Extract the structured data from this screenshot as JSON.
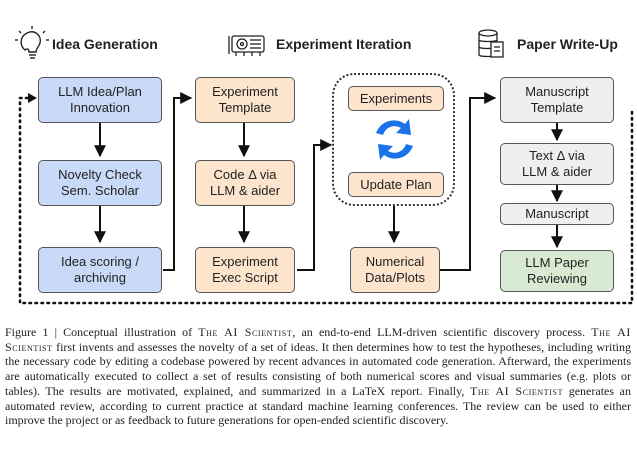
{
  "sections": {
    "idea": "Idea Generation",
    "experiment": "Experiment Iteration",
    "paper": "Paper Write-Up"
  },
  "nodes": {
    "llm_idea": "LLM Idea/Plan\nInnovation",
    "novelty": "Novelty Check\nSem. Scholar",
    "scoring": "Idea scoring /\narchiving",
    "exp_template": "Experiment\nTemplate",
    "code_delta": "Code Δ via\nLLM & aider",
    "exec_script": "Experiment\nExec Script",
    "experiments": "Experiments",
    "update_plan": "Update Plan",
    "numerical": "Numerical\nData/Plots",
    "manuscript_template": "Manuscript\nTemplate",
    "text_delta": "Text Δ via\nLLM & aider",
    "manuscript": "Manuscript",
    "reviewing": "LLM Paper\nReviewing"
  },
  "colors": {
    "idea_box": "#c9daf8",
    "experiment_box": "#fce4cd",
    "paper_box": "#efefef",
    "review_box": "#d9ead3"
  },
  "icons": [
    "lightbulb-icon",
    "gpu-card-icon",
    "database-document-icon",
    "refresh-cycle-icon"
  ],
  "caption": {
    "label": "Figure 1 | Conceptual illustration of ",
    "name": "The AI Scientist",
    "part1": ", an end-to-end LLM-driven scientific discovery process. ",
    "part2": " first invents and assesses the novelty of a set of ideas. It then determines how to test the hypotheses, including writing the necessary code by editing a codebase powered by recent advances in automated code generation. Afterward, the experiments are automatically executed to collect a set of results consisting of both numerical scores and visual summaries (e.g. plots or tables). The results are motivated, explained, and summarized in a LaTeX report. Finally, ",
    "part3": " generates an automated review, according to current practice at standard machine learning conferences. The review can be used to either improve the project or as feedback to future generations for open-ended scientific discovery."
  }
}
